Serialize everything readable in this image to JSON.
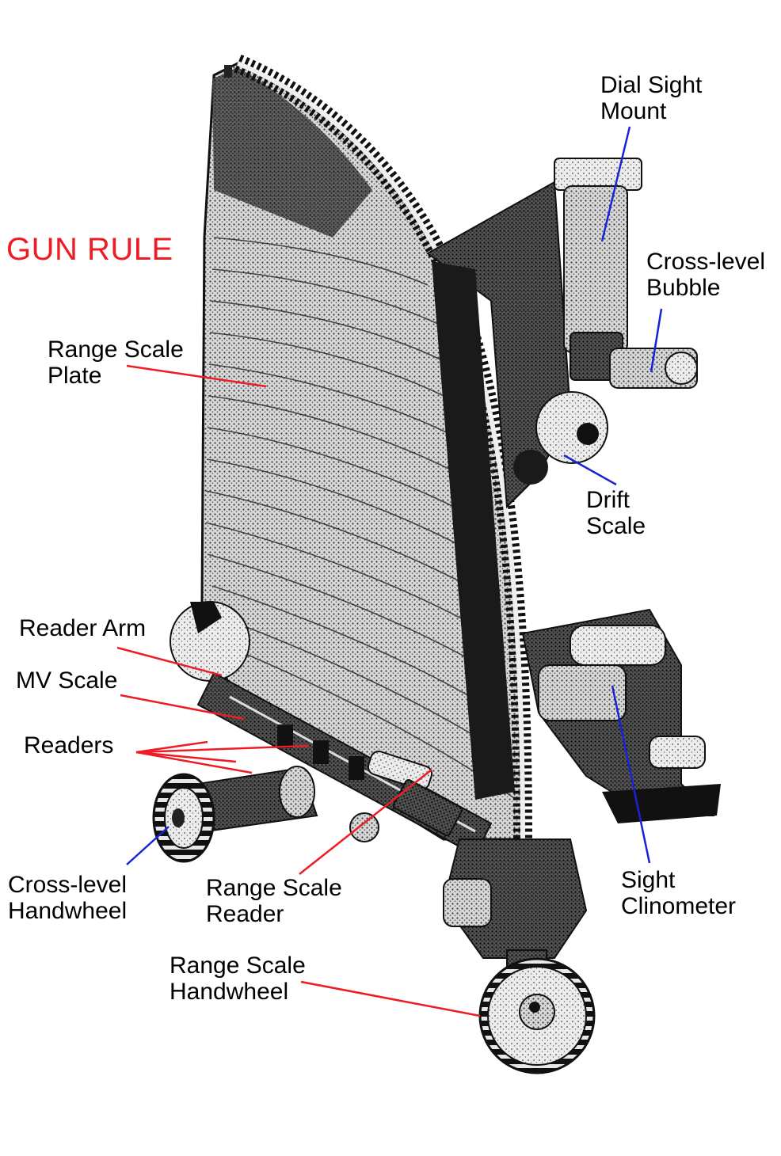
{
  "title": {
    "text": "GUN RULE",
    "color": "#ee1c24"
  },
  "label_line_colors": {
    "red": "#ee1c24",
    "blue": "#1a22d8"
  },
  "labels": {
    "dial_sight_mount": [
      "Dial Sight",
      "Mount"
    ],
    "cross_level_bubble": [
      "Cross-level",
      "Bubble"
    ],
    "range_scale_plate": [
      "Range Scale",
      "Plate"
    ],
    "drift_scale": [
      "Drift",
      "Scale"
    ],
    "reader_arm": [
      "Reader Arm"
    ],
    "mv_scale": [
      "MV Scale"
    ],
    "readers": [
      "Readers"
    ],
    "cross_level_handwheel": [
      "Cross-level",
      "Handwheel"
    ],
    "range_scale_reader": [
      "Range Scale",
      "Reader"
    ],
    "sight_clinometer": [
      "Sight",
      "Clinometer"
    ],
    "range_scale_handwheel": [
      "Range Scale",
      "Handwheel"
    ]
  }
}
